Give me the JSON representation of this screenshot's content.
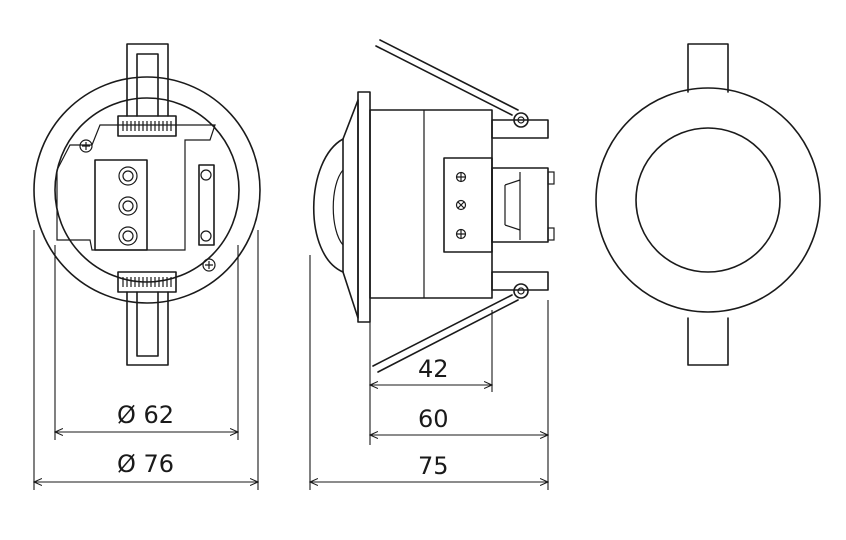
{
  "dimensions": {
    "front_inner_diameter": "Ø 62",
    "front_outer_diameter": "Ø 76",
    "side_depth_short": "42",
    "side_depth_mid": "60",
    "side_depth_total": "75"
  }
}
